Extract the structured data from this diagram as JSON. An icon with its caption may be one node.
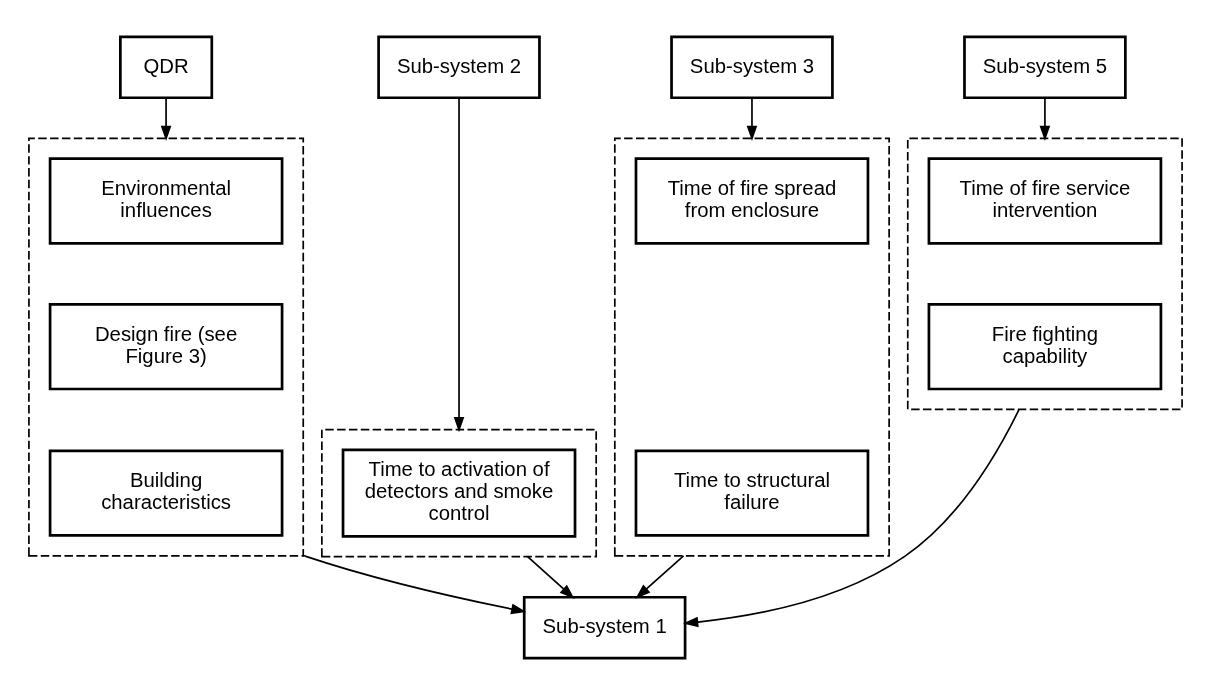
{
  "diagram": {
    "nodes": [
      {
        "text": [
          "QDR"
        ]
      },
      {
        "text": [
          "Sub-system 2"
        ]
      },
      {
        "text": [
          "Sub-system 3"
        ]
      },
      {
        "text": [
          "Sub-system 5"
        ]
      },
      {
        "text": [],
        "shape": "box"
      },
      {
        "text": [
          "Environmental influences"
        ],
        "in": 4
      },
      {
        "text": [
          "Design fire (see Figure 3)"
        ],
        "in": 4
      },
      {
        "text": [
          "Building characteristics"
        ],
        "in": 4
      },
      {
        "text": [],
        "shape": "box"
      },
      {
        "text": [
          "Time to activation of detectors and smoke control"
        ],
        "in": 8
      },
      {
        "text": [],
        "shape": "box"
      },
      {
        "text": [
          "Time of fire spread from enclosure"
        ],
        "in": 10
      },
      {
        "text": [
          "Time to structural failure"
        ],
        "in": 10
      },
      {
        "text": [],
        "shape": "box"
      },
      {
        "text": [
          "Time of fire service intervention"
        ],
        "in": 13
      },
      {
        "text": [
          "Fire fighting capability"
        ],
        "in": 13
      },
      {
        "text": [
          "Sub-system 1"
        ]
      }
    ],
    "edges": [
      {
        "from": 0,
        "to": 4,
        "arrow": "to"
      },
      {
        "from": 1,
        "to": 8,
        "arrow": "to"
      },
      {
        "from": 2,
        "to": 10,
        "arrow": "to"
      },
      {
        "from": 3,
        "to": 13,
        "arrow": "to"
      },
      {
        "from": 4,
        "to": 16,
        "arrow": "to"
      },
      {
        "from": 8,
        "to": 16,
        "arrow": "to"
      },
      {
        "from": 10,
        "to": 16,
        "arrow": "to"
      },
      {
        "from": 13,
        "to": 16,
        "arrow": "to"
      }
    ]
  }
}
